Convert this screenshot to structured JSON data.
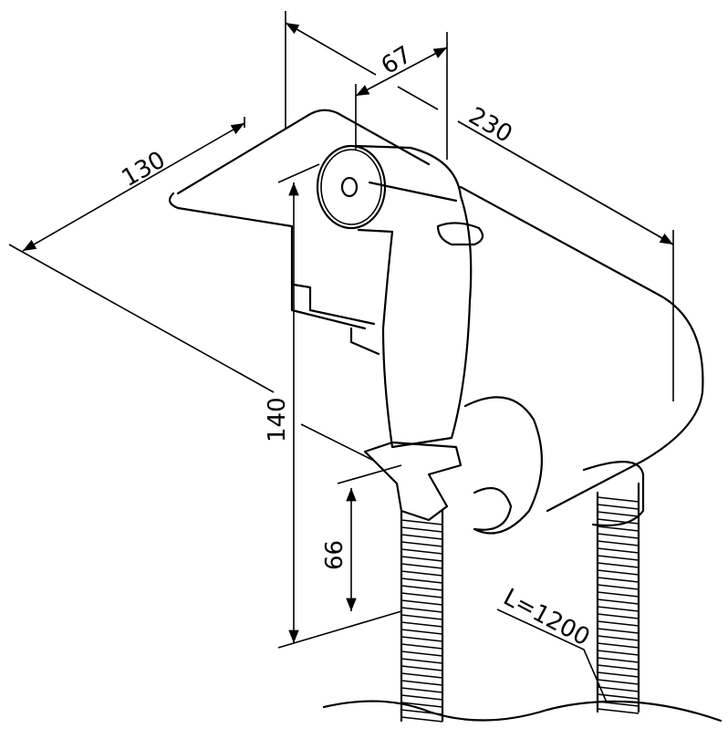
{
  "dimensions": {
    "depth_top": "67",
    "length": "230",
    "width": "130",
    "height": "140",
    "holder_height": "66",
    "hose_length": "L=1200"
  },
  "colors": {
    "line": "#000000",
    "background": "#ffffff"
  }
}
